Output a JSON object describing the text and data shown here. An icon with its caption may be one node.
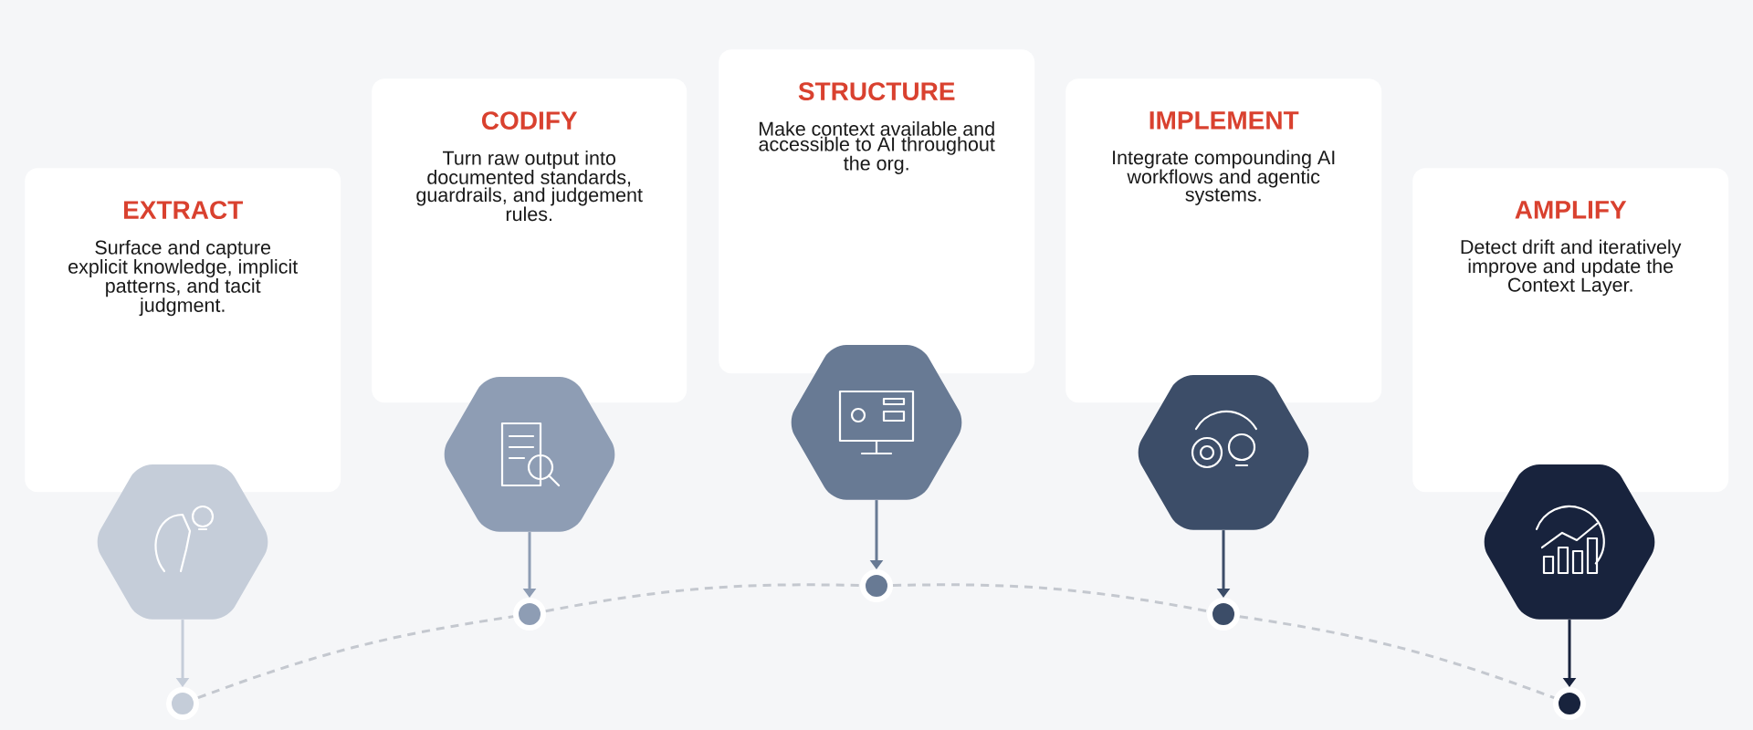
{
  "diagram": {
    "nodes": [
      {
        "text": [
          "EXTRACT",
          "Surface and capture explicit knowledge, implicit patterns, and tacit judgment."
        ]
      },
      {
        "text": [
          "CODIFY",
          "Turn raw output into documented standards, guardrails, and judgement rules."
        ]
      },
      {
        "text": [
          "STRUCTURE",
          "Make context available and accessible to AI throughout the org."
        ]
      },
      {
        "text": [
          "IMPLEMENT",
          "Integrate compounding AI workflows and agentic systems."
        ]
      },
      {
        "text": [
          "AMPLIFY",
          "Detect drift and iteratively improve and update the Context Layer."
        ]
      },
      {
        "text": [],
        "shape": "hexagon"
      },
      {
        "text": [],
        "shape": "hexagon"
      },
      {
        "text": [],
        "shape": "hexagon"
      },
      {
        "text": [],
        "shape": "hexagon"
      },
      {
        "text": [],
        "shape": "hexagon"
      },
      {
        "text": [],
        "shape": "circle"
      },
      {
        "text": [],
        "shape": "circle"
      },
      {
        "text": [],
        "shape": "circle"
      },
      {
        "text": [],
        "shape": "circle"
      },
      {
        "text": [],
        "shape": "circle"
      }
    ],
    "edges": [
      {
        "from": 5,
        "to": 10,
        "arrow": "to",
        "color": "#c5cdd9"
      },
      {
        "from": 6,
        "to": 11,
        "arrow": "to",
        "color": "#8e9db4"
      },
      {
        "from": 7,
        "to": 12,
        "arrow": "to",
        "color": "#687a94"
      },
      {
        "from": 8,
        "to": 13,
        "arrow": "to",
        "color": "#3c4d68"
      },
      {
        "from": 9,
        "to": 14,
        "arrow": "to",
        "color": "#18233d"
      },
      {
        "from": 10,
        "to": 11,
        "arrow": "none",
        "style": "dashed",
        "color": "#c4c8cf"
      },
      {
        "from": 11,
        "to": 12,
        "arrow": "none",
        "style": "dashed",
        "color": "#c4c8cf"
      },
      {
        "from": 12,
        "to": 13,
        "arrow": "none",
        "style": "dashed",
        "color": "#c4c8cf"
      },
      {
        "from": 13,
        "to": 14,
        "arrow": "none",
        "style": "dashed",
        "color": "#c4c8cf"
      }
    ]
  }
}
